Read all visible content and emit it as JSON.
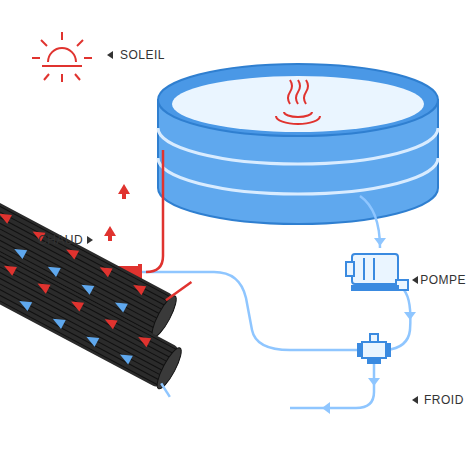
{
  "diagram": {
    "labels": [
      "SOLEIL",
      "CHAUD",
      "POMPE",
      "FROID"
    ]
  }
}
